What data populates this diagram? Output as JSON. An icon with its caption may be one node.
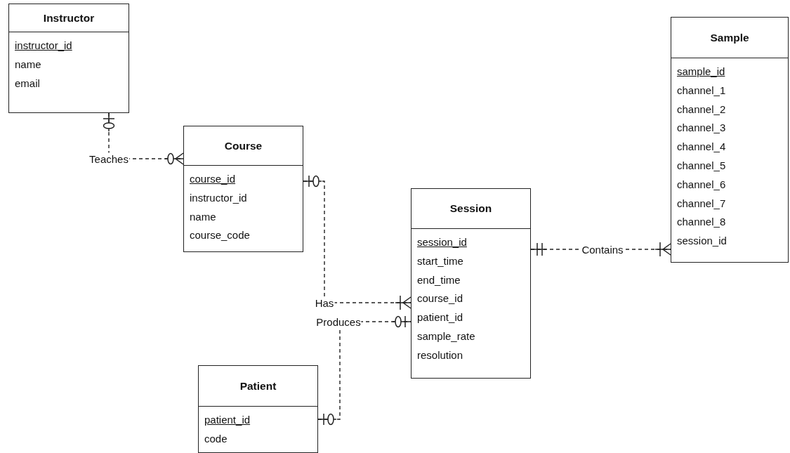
{
  "diagram": {
    "nodes": [
      {
        "text": [
          "Instructor",
          "instructor_id",
          "name",
          "email"
        ]
      },
      {
        "text": [
          "Course",
          "course_id",
          "instructor_id",
          "name",
          "course_code"
        ]
      },
      {
        "text": [
          "Session",
          "session_id",
          "start_time",
          "end_time",
          "course_id",
          "patient_id",
          "sample_rate",
          "resolution"
        ]
      },
      {
        "text": [
          "Sample",
          "sample_id",
          "channel_1",
          "channel_2",
          "channel_3",
          "channel_4",
          "channel_5",
          "channel_6",
          "channel_7",
          "channel_8",
          "session_id"
        ]
      },
      {
        "text": [
          "Patient",
          "patient_id",
          "code"
        ]
      }
    ],
    "edges": [
      {
        "from": 0,
        "to": 1,
        "arrow": "other",
        "label": "Teaches",
        "style": "dashed"
      },
      {
        "from": 1,
        "to": 2,
        "arrow": "other",
        "label": "Has",
        "style": "dashed"
      },
      {
        "from": 4,
        "to": 2,
        "arrow": "other",
        "label": "Produces",
        "style": "dashed"
      },
      {
        "from": 2,
        "to": 3,
        "arrow": "other",
        "label": "Contains",
        "style": "dashed"
      }
    ]
  }
}
